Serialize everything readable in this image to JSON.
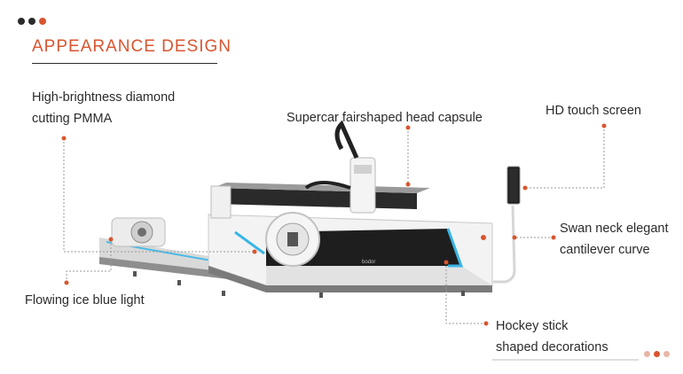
{
  "header": {
    "title": "APPEARANCE DESIGN"
  },
  "colors": {
    "accent": "#d9552f",
    "dark_dot": "#2b2b2b",
    "light_dot": "#e8b6a7",
    "ice_blue": "#39b6e6",
    "leader_line": "#9a9a9a"
  },
  "callouts": {
    "diamond_line1": "High-brightness diamond",
    "diamond_line2": "cutting PMMA",
    "head_capsule": "Supercar fairshaped head capsule",
    "touch_screen": "HD touch screen",
    "swan_line1": "Swan neck elegant",
    "swan_line2": "cantilever curve",
    "ice_blue": "Flowing ice blue light",
    "hockey_line1": "Hockey stick",
    "hockey_line2": "shaped decorations"
  },
  "machine": {
    "brand_text": "bodor"
  }
}
